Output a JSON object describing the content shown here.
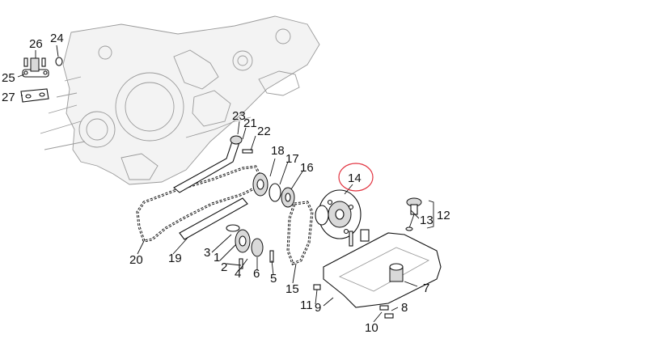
{
  "diagram": {
    "callouts": [
      {
        "id": "c1",
        "text": "1"
      },
      {
        "id": "c2",
        "text": "2"
      },
      {
        "id": "c3",
        "text": "3"
      },
      {
        "id": "c4",
        "text": "4"
      },
      {
        "id": "c5",
        "text": "5"
      },
      {
        "id": "c6",
        "text": "6"
      },
      {
        "id": "c7",
        "text": "7"
      },
      {
        "id": "c8",
        "text": "8"
      },
      {
        "id": "c9",
        "text": "9"
      },
      {
        "id": "c10",
        "text": "10"
      },
      {
        "id": "c11",
        "text": "11"
      },
      {
        "id": "c12",
        "text": "12"
      },
      {
        "id": "c13",
        "text": "13"
      },
      {
        "id": "c14",
        "text": "14"
      },
      {
        "id": "c15",
        "text": "15"
      },
      {
        "id": "c16",
        "text": "16"
      },
      {
        "id": "c17",
        "text": "17"
      },
      {
        "id": "c18",
        "text": "18"
      },
      {
        "id": "c19",
        "text": "19"
      },
      {
        "id": "c20",
        "text": "20"
      },
      {
        "id": "c21",
        "text": "21"
      },
      {
        "id": "c22",
        "text": "22"
      },
      {
        "id": "c23",
        "text": "23"
      },
      {
        "id": "c24",
        "text": "24"
      },
      {
        "id": "c25",
        "text": "25"
      },
      {
        "id": "c26",
        "text": "26"
      },
      {
        "id": "c27",
        "text": "27"
      }
    ],
    "highlighted_callout": "14",
    "highlight_color": "#e2323f"
  }
}
